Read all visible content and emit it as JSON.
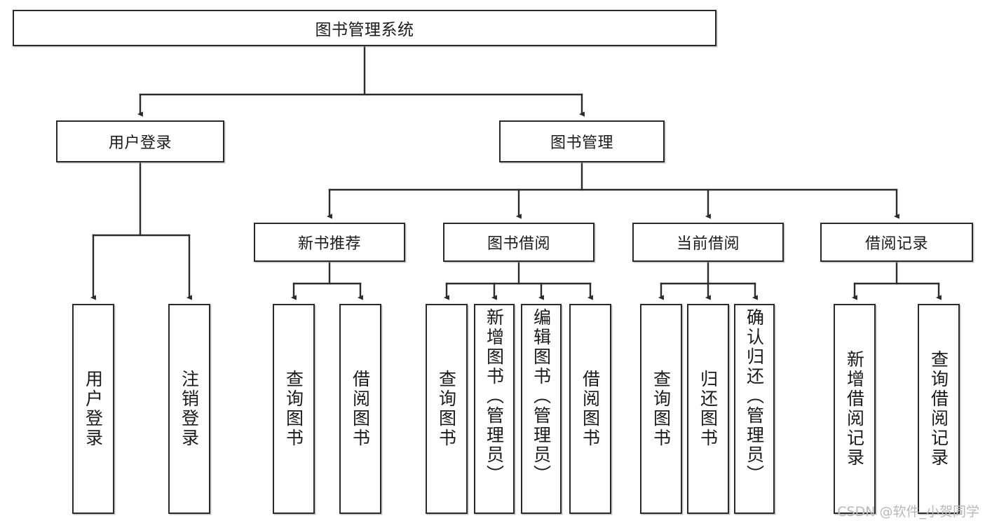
{
  "diagram": {
    "type": "tree",
    "title": "图书管理系统",
    "orientation": "top-down",
    "colors": {
      "box_border": "#2b2b2b",
      "box_fill": "#ffffff",
      "connector": "#333333",
      "text": "#1a1a1a",
      "watermark": "#b9b9b9"
    },
    "nodes": {
      "root": {
        "label": "图书管理系统"
      },
      "user_login": {
        "label": "用户登录"
      },
      "book_manage": {
        "label": "图书管理"
      },
      "new_book_rec": {
        "label": "新书推荐"
      },
      "book_borrow": {
        "label": "图书借阅"
      },
      "current_borrow": {
        "label": "当前借阅"
      },
      "borrow_record": {
        "label": "借阅记录"
      },
      "leaf_user_login": {
        "label": "用户登录"
      },
      "leaf_logout": {
        "label": "注销登录"
      },
      "leaf_query_book_1": {
        "label": "查询图书"
      },
      "leaf_borrow_book_1": {
        "label": "借阅图书"
      },
      "leaf_query_book_2": {
        "label": "查询图书"
      },
      "leaf_add_book": {
        "label": "新增图书（管理员）"
      },
      "leaf_edit_book": {
        "label": "编辑图书（管理员）"
      },
      "leaf_borrow_book_2": {
        "label": "借阅图书"
      },
      "leaf_query_book_3": {
        "label": "查询图书"
      },
      "leaf_return_book": {
        "label": "归还图书"
      },
      "leaf_confirm_return": {
        "label": "确认归还（管理员）"
      },
      "leaf_add_record": {
        "label": "新增借阅记录"
      },
      "leaf_query_record": {
        "label": "查询借阅记录"
      }
    },
    "edges": [
      {
        "from": "root",
        "to": "user_login"
      },
      {
        "from": "root",
        "to": "book_manage"
      },
      {
        "from": "user_login",
        "to": "leaf_user_login"
      },
      {
        "from": "user_login",
        "to": "leaf_logout"
      },
      {
        "from": "book_manage",
        "to": "new_book_rec"
      },
      {
        "from": "book_manage",
        "to": "book_borrow"
      },
      {
        "from": "book_manage",
        "to": "current_borrow"
      },
      {
        "from": "book_manage",
        "to": "borrow_record"
      },
      {
        "from": "new_book_rec",
        "to": "leaf_query_book_1"
      },
      {
        "from": "new_book_rec",
        "to": "leaf_borrow_book_1"
      },
      {
        "from": "book_borrow",
        "to": "leaf_query_book_2"
      },
      {
        "from": "book_borrow",
        "to": "leaf_add_book"
      },
      {
        "from": "book_borrow",
        "to": "leaf_edit_book"
      },
      {
        "from": "book_borrow",
        "to": "leaf_borrow_book_2"
      },
      {
        "from": "current_borrow",
        "to": "leaf_query_book_3"
      },
      {
        "from": "current_borrow",
        "to": "leaf_return_book"
      },
      {
        "from": "current_borrow",
        "to": "leaf_confirm_return"
      },
      {
        "from": "borrow_record",
        "to": "leaf_add_record"
      },
      {
        "from": "borrow_record",
        "to": "leaf_query_record"
      }
    ]
  },
  "watermark": {
    "text": "CSDN @软件_小贺同学"
  }
}
